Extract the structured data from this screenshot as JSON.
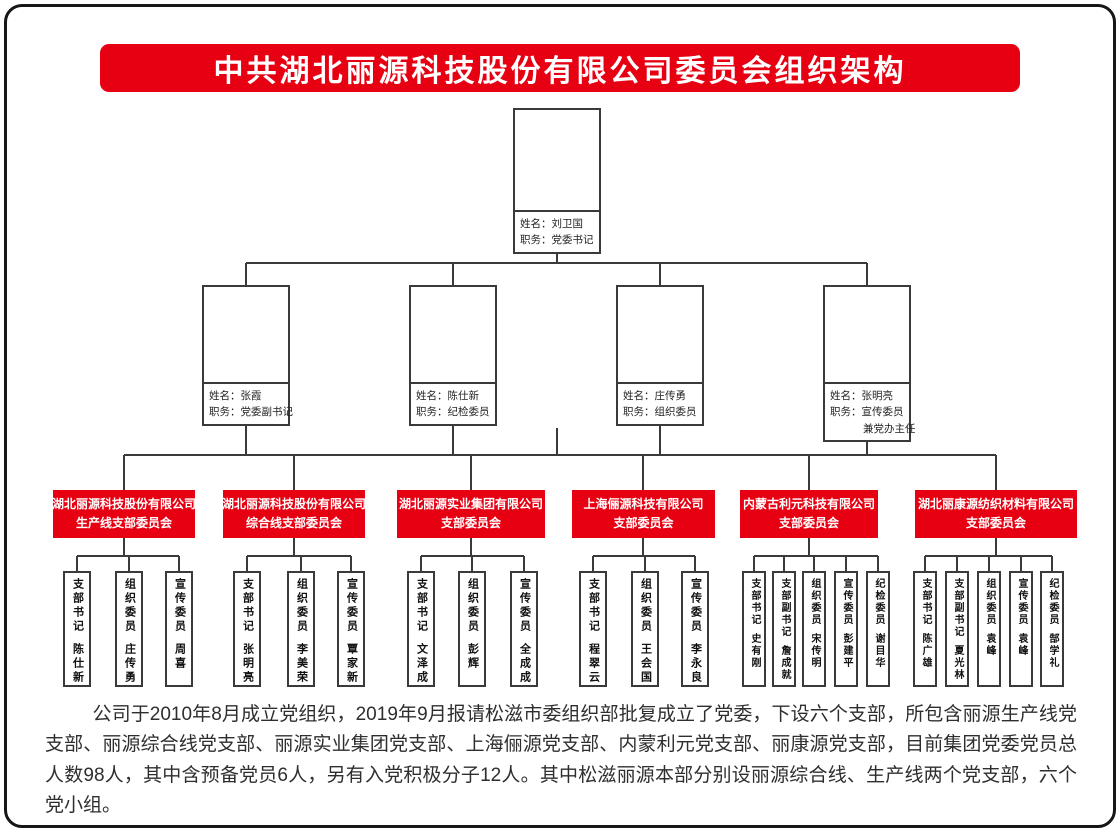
{
  "title": "中共湖北丽源科技股份有限公司委员会组织架构",
  "colors": {
    "accent_red": "#e60012",
    "line_color": "#3a3a3a"
  },
  "secretary": {
    "name_line": "姓名：刘卫国",
    "title_line": "职务：党委书记"
  },
  "deputies": [
    {
      "name_line": "姓名：张霞",
      "title_line": "职务：党委副书记"
    },
    {
      "name_line": "姓名：陈仕新",
      "title_line": "职务：纪检委员"
    },
    {
      "name_line": "姓名：庄传勇",
      "title_line": "职务：组织委员"
    },
    {
      "name_line": "姓名：张明亮",
      "title_line": "职务：宣传委员",
      "title_line2": "兼党办主任"
    }
  ],
  "branches": [
    {
      "company": "湖北丽源科技股份有限公司",
      "sub": "生产线支部委员会",
      "roles": [
        {
          "title": "支部书记",
          "name": "陈仕新"
        },
        {
          "title": "组织委员",
          "name": "庄传勇"
        },
        {
          "title": "宣传委员",
          "name": "周喜"
        }
      ]
    },
    {
      "company": "湖北丽源科技股份有限公司",
      "sub": "综合线支部委员会",
      "roles": [
        {
          "title": "支部书记",
          "name": "张明亮"
        },
        {
          "title": "组织委员",
          "name": "李美荣"
        },
        {
          "title": "宣传委员",
          "name": "覃家新"
        }
      ]
    },
    {
      "company": "湖北丽源实业集团有限公司",
      "sub": "支部委员会",
      "roles": [
        {
          "title": "支部书记",
          "name": "文泽成"
        },
        {
          "title": "组织委员",
          "name": "彭辉"
        },
        {
          "title": "宣传委员",
          "name": "全成成"
        }
      ]
    },
    {
      "company": "上海俪源科技有限公司",
      "sub": "支部委员会",
      "roles": [
        {
          "title": "支部书记",
          "name": "程翠云"
        },
        {
          "title": "组织委员",
          "name": "王会国"
        },
        {
          "title": "宣传委员",
          "name": "李永良"
        }
      ]
    },
    {
      "company": "内蒙古利元科技有限公司",
      "sub": "支部委员会",
      "roles": [
        {
          "title": "支部书记",
          "name": "史有刚"
        },
        {
          "title": "支部副书记",
          "name": "詹成就"
        },
        {
          "title": "组织委员",
          "name": "宋传明"
        },
        {
          "title": "宣传委员",
          "name": "彭建平"
        },
        {
          "title": "纪检委员",
          "name": "谢目华"
        }
      ]
    },
    {
      "company": "湖北丽康源纺织材料有限公司",
      "sub": "支部委员会",
      "roles": [
        {
          "title": "支部书记",
          "name": "陈广雄"
        },
        {
          "title": "支部副书记",
          "name": "夏光林"
        },
        {
          "title": "组织委员",
          "name": "袁峰"
        },
        {
          "title": "宣传委员",
          "name": "袁峰"
        },
        {
          "title": "纪检委员",
          "name": "郜学礼"
        }
      ]
    }
  ],
  "footer": {
    "text": "公司于2010年8月成立党组织，2019年9月报请松滋市委组织部批复成立了党委，下设六个支部，所包含丽源生产线党支部、丽源综合线党支部、丽源实业集团党支部、上海俪源党支部、内蒙利元党支部、丽康源党支部，目前集团党委党员总人数98人，其中含预备党员6人，另有入党积极分子12人。其中松滋丽源本部分别设丽源综合线、生产线两个党支部，六个党小组。"
  }
}
